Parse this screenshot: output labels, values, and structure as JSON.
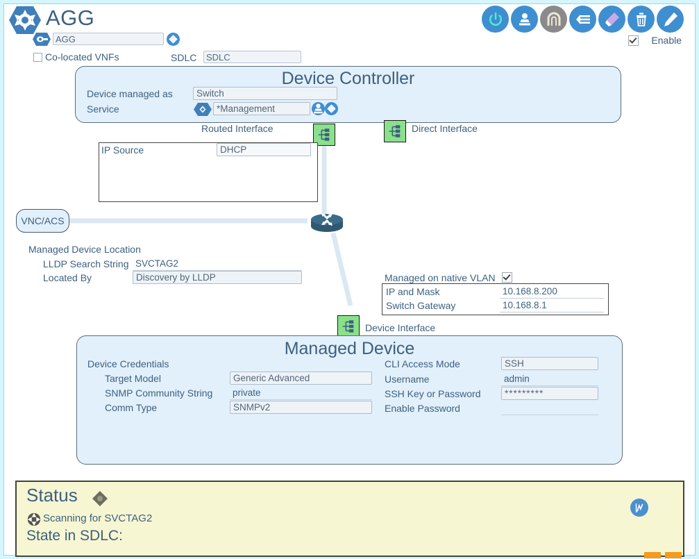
{
  "header": {
    "logo_icon": "hexagon-burst-icon",
    "title": "AGG",
    "name_field": {
      "value": "AGG",
      "tag_icon": "tag-icon",
      "action_icon": "diamond-badge-icon"
    },
    "colocated_vnfs": {
      "label": "Co-located VNFs",
      "checked": false
    },
    "sdlc": {
      "label": "SDLC",
      "value": "SDLC"
    },
    "enable": {
      "label": "Enable",
      "checked": true
    },
    "toolbar": [
      {
        "name": "power-icon",
        "glyph": "power",
        "color": "#3f8ed0"
      },
      {
        "name": "stamp-icon",
        "glyph": "stamp",
        "color": "#3f8ed0"
      },
      {
        "name": "tunnel-icon",
        "glyph": "arch",
        "color": "#8a8a8a"
      },
      {
        "name": "list-icon",
        "glyph": "list",
        "color": "#3f8ed0"
      },
      {
        "name": "highlighter-icon",
        "glyph": "highlighter",
        "color": "#3f8ed0"
      },
      {
        "name": "trash-icon",
        "glyph": "trash",
        "color": "#3f8ed0"
      },
      {
        "name": "pencil-icon",
        "glyph": "pencil",
        "color": "#3f8ed0"
      }
    ]
  },
  "device_controller": {
    "title": "Device Controller",
    "managed_as": {
      "label": "Device managed as",
      "value": "Switch"
    },
    "service": {
      "label": "Service",
      "value": "*Management",
      "left_icon": "hexagon-eye-icon",
      "stamp_icon": "stamp-icon",
      "diamond_icon": "diamond-badge-icon"
    }
  },
  "interfaces": {
    "routed": {
      "label": "Routed Interface",
      "icon": "network-interface-icon"
    },
    "direct": {
      "label": "Direct Interface",
      "icon": "network-interface-icon"
    },
    "device": {
      "label": "Device Interface",
      "icon": "network-interface-icon"
    }
  },
  "ip_source": {
    "label": "IP Source",
    "value": "DHCP"
  },
  "vnc_acs": {
    "label": "VNC/ACS"
  },
  "router": {
    "icon": "router-icon"
  },
  "managed_device_location": {
    "title": "Managed Device Location",
    "lldp_search_string": {
      "label": "LLDP Search String",
      "value": "SVCTAG2"
    },
    "located_by": {
      "label": "Located By",
      "value": "Discovery by LLDP"
    }
  },
  "native_vlan": {
    "label": "Managed on native VLAN",
    "checked": true,
    "ip_and_mask": {
      "label": "IP and Mask",
      "value": "10.168.8.200"
    },
    "switch_gateway": {
      "label": "Switch Gateway",
      "value": "10.168.8.1"
    }
  },
  "managed_device": {
    "title": "Managed Device",
    "credentials_label": "Device Credentials",
    "target_model": {
      "label": "Target Model",
      "value": "Generic Advanced"
    },
    "snmp_community_string": {
      "label": "SNMP Community String",
      "value": "private"
    },
    "comm_type": {
      "label": "Comm Type",
      "value": "SNMPv2"
    },
    "cli_access_mode": {
      "label": "CLI Access Mode",
      "value": "SSH"
    },
    "username": {
      "label": "Username",
      "value": "admin"
    },
    "ssh_key_or_password": {
      "label": "SSH Key or Password",
      "value": "*********"
    },
    "enable_password": {
      "label": "Enable Password",
      "value": ""
    }
  },
  "status": {
    "title": "Status",
    "title_icon": "diamond-icon",
    "scan_icon": "burst-icon",
    "scanning_text": "Scanning for SVCTAG2",
    "state_text": "State in SDLC:",
    "chart_badge_icon": "chart-badge-icon"
  },
  "colors": {
    "accent_blue": "#3f8ed0",
    "panel_fill": "#e2f0fb",
    "text": "#3d6081",
    "interface_green": "#8be08b",
    "status_yellow": "#f7f6d2",
    "link_line": "#dbe8f2",
    "frame_cyan": "#d6f6ff",
    "orange_tab": "#f59a1e"
  }
}
